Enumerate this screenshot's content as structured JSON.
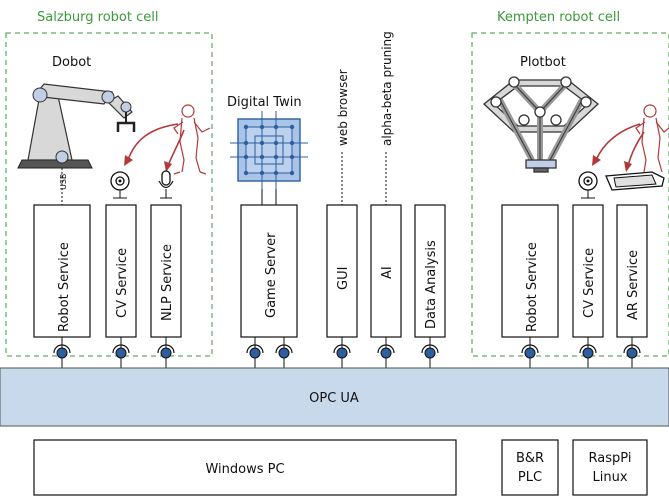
{
  "cells": {
    "salzburg": {
      "title": "Salzburg robot cell",
      "robot": "Dobot",
      "usb": "USB"
    },
    "kempten": {
      "title": "Kempten robot cell",
      "robot": "Plotbot"
    }
  },
  "twin_label": "Digital Twin",
  "annotations": {
    "web_browser": "web browser",
    "alpha_beta": "alpha-beta pruning"
  },
  "services": {
    "robot_salzburg": "Robot Service",
    "cv_salzburg": "CV Service",
    "nlp": "NLP Service",
    "game_server": "Game Server",
    "gui": "GUI",
    "ai": "AI",
    "data_analysis": "Data Analysis",
    "robot_kempten": "Robot Service",
    "cv_kempten": "CV Service",
    "ar": "AR Service"
  },
  "bus": {
    "label": "OPC UA"
  },
  "hosts": {
    "windows": "Windows PC",
    "br_plc_1": "B&R",
    "br_plc_2": "PLC",
    "raspi_1": "RaspPi",
    "raspi_2": "Linux"
  },
  "colors": {
    "cell_border": "#3a9a3a",
    "bus_fill": "#c9d9ec",
    "connector_fill": "#2d5f9e",
    "twin_fill": "#a9c4e8",
    "person_color": "#b03a3a"
  }
}
